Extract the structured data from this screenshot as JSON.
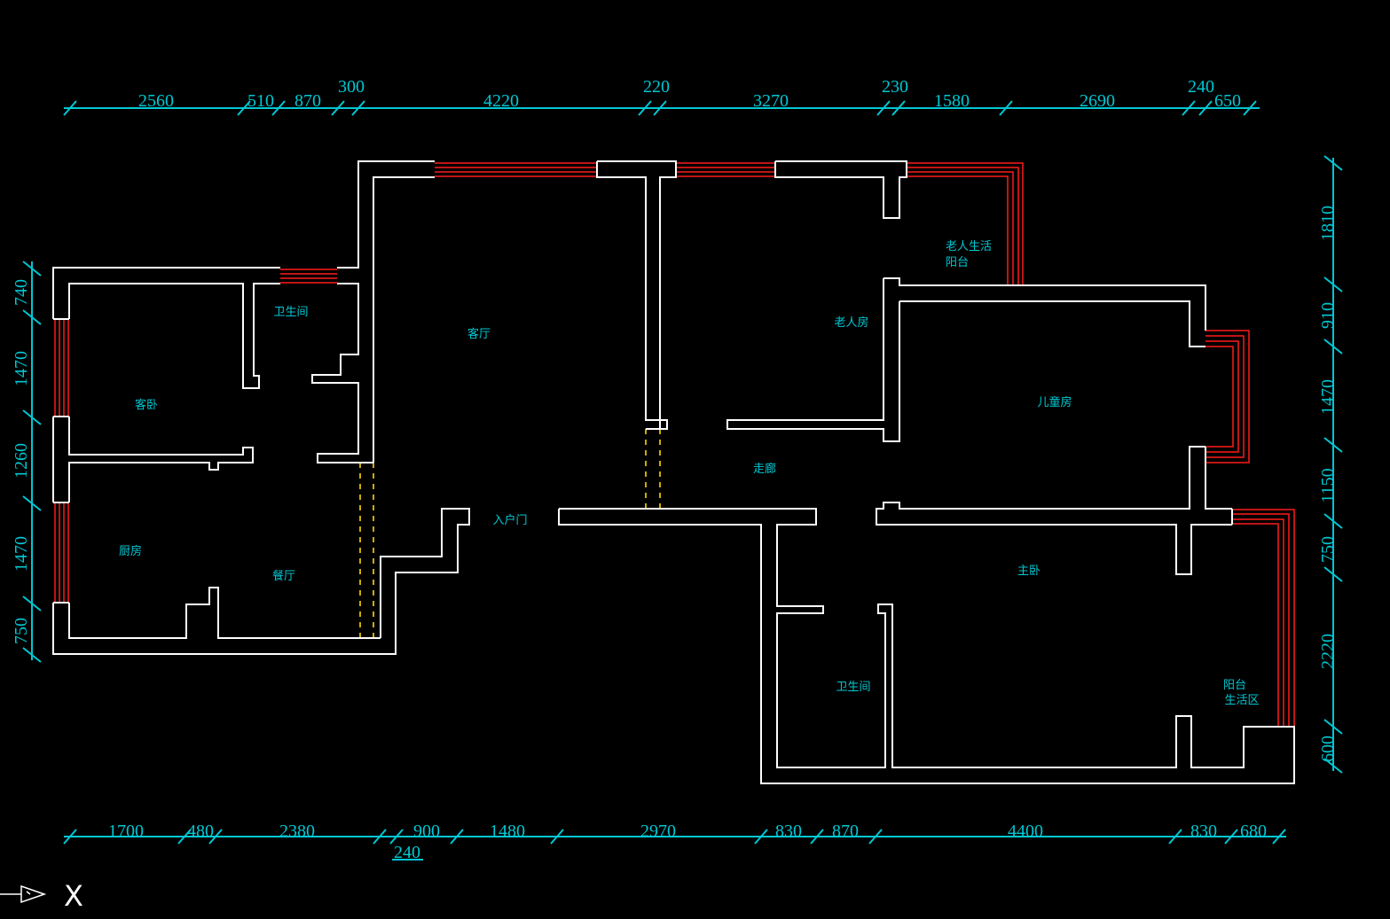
{
  "dimensions": {
    "top": [
      "2560",
      "510",
      "870",
      "300",
      "4220",
      "220",
      "3270",
      "230",
      "1580",
      "2690",
      "240",
      "650"
    ],
    "bottom": [
      "1700",
      "480",
      "2380",
      "240",
      "900",
      "1480",
      "2970",
      "830",
      "870",
      "4400",
      "830",
      "680"
    ],
    "left": [
      "740",
      "1470",
      "1260",
      "1470",
      "750"
    ],
    "right": [
      "1810",
      "910",
      "1470",
      "1150",
      "750",
      "2220",
      "600"
    ]
  },
  "rooms": {
    "bathroom_left": "卫生间",
    "guest_bedroom": "客卧",
    "living_room": "客厅",
    "elderly_balcony_line1": "老人生活",
    "elderly_balcony_line2": "阳台",
    "elderly_room": "老人房",
    "children_room": "儿童房",
    "corridor": "走廊",
    "entrance": "入户门",
    "kitchen": "厨房",
    "dining": "餐厅",
    "master_bedroom": "主卧",
    "bathroom_right": "卫生间",
    "balcony_line1": "阳台",
    "balcony_line2": "生活区"
  },
  "ucs": {
    "axis_label": "X"
  },
  "colors": {
    "background": "#000000",
    "wall": "#ffffff",
    "window": "#ff1a1a",
    "dimension": "#00c8d4",
    "door_opening": "#ffd700"
  }
}
